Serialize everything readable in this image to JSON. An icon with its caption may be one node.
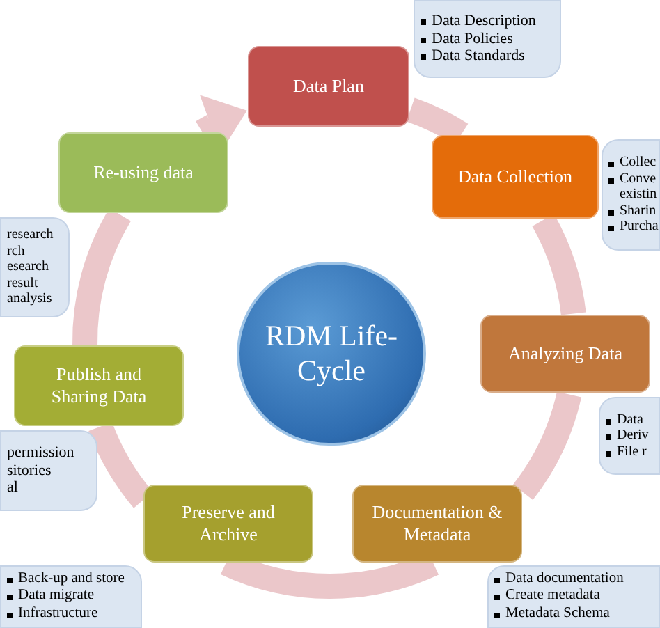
{
  "diagram": {
    "nodes": [
      {
        "text": [
          "RDM Life-Cycle"
        ]
      },
      {
        "text": [
          "Data Plan"
        ]
      },
      {
        "text": [
          "Data Collection"
        ]
      },
      {
        "text": [
          "Analyzing Data"
        ]
      },
      {
        "text": [
          "Documentation & Metadata"
        ]
      },
      {
        "text": [
          "Preserve and Archive"
        ]
      },
      {
        "text": [
          "Publish and Sharing Data"
        ]
      },
      {
        "text": [
          "Re-using data"
        ]
      },
      {
        "text": [
          "Data Description",
          "Data Policies",
          "Data Standards"
        ]
      },
      {
        "text": [
          "Collec",
          "Conve existin",
          "Sharin",
          "Purcha"
        ]
      },
      {
        "text": [
          "Data",
          "Deriv",
          "File r"
        ]
      },
      {
        "text": [
          "Data documentation",
          "Create metadata",
          "Metadata Schema"
        ]
      },
      {
        "text": [
          "Back-up and store",
          "Data migrate",
          "Infrastructure"
        ]
      },
      {
        "text": [
          "permission",
          "sitories",
          "al"
        ]
      },
      {
        "text": [
          "research",
          "rch",
          "esearch result",
          "analysis"
        ]
      }
    ],
    "edges": [
      {
        "from": 1,
        "to": 2,
        "arrow": "none"
      },
      {
        "from": 2,
        "to": 3,
        "arrow": "none"
      },
      {
        "from": 3,
        "to": 4,
        "arrow": "none"
      },
      {
        "from": 4,
        "to": 5,
        "arrow": "none"
      },
      {
        "from": 5,
        "to": 6,
        "arrow": "none"
      },
      {
        "from": 6,
        "to": 7,
        "arrow": "none"
      },
      {
        "from": 7,
        "to": 1,
        "arrow": "to"
      }
    ]
  }
}
